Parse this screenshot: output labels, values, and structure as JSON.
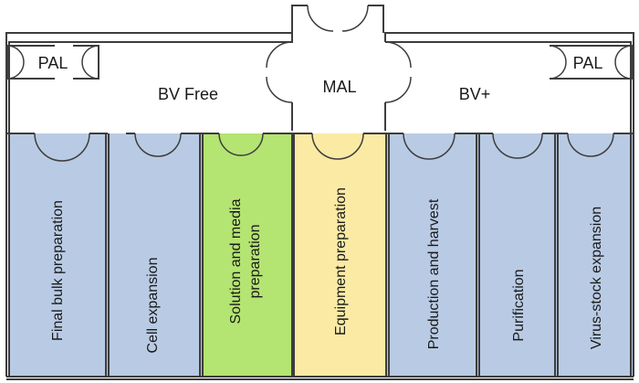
{
  "airlocks": {
    "pal_left": "PAL",
    "pal_right": "PAL",
    "mal": "MAL"
  },
  "corridors": {
    "left": "BV Free",
    "right": "BV+"
  },
  "rooms": [
    {
      "line1": "Final bulk preparation",
      "line2": "",
      "fill": "#b9cbe4"
    },
    {
      "line1": "Cell expansion",
      "line2": "",
      "fill": "#b9cbe4"
    },
    {
      "line1": "Solution and media",
      "line2": "preparation",
      "fill": "#b4e472"
    },
    {
      "line1": "Equipment preparation",
      "line2": "",
      "fill": "#faeaa4"
    },
    {
      "line1": "Production and harvest",
      "line2": "",
      "fill": "#b9cbe4"
    },
    {
      "line1": "Purification",
      "line2": "",
      "fill": "#b9cbe4"
    },
    {
      "line1": "Virus-stock expansion",
      "line2": "",
      "fill": "#b9cbe4"
    }
  ],
  "colors": {
    "wall": "#3d3d3d",
    "bv_free_room": "#b9cbe4",
    "solution_room": "#b4e472",
    "equipment_room": "#faeaa4"
  }
}
